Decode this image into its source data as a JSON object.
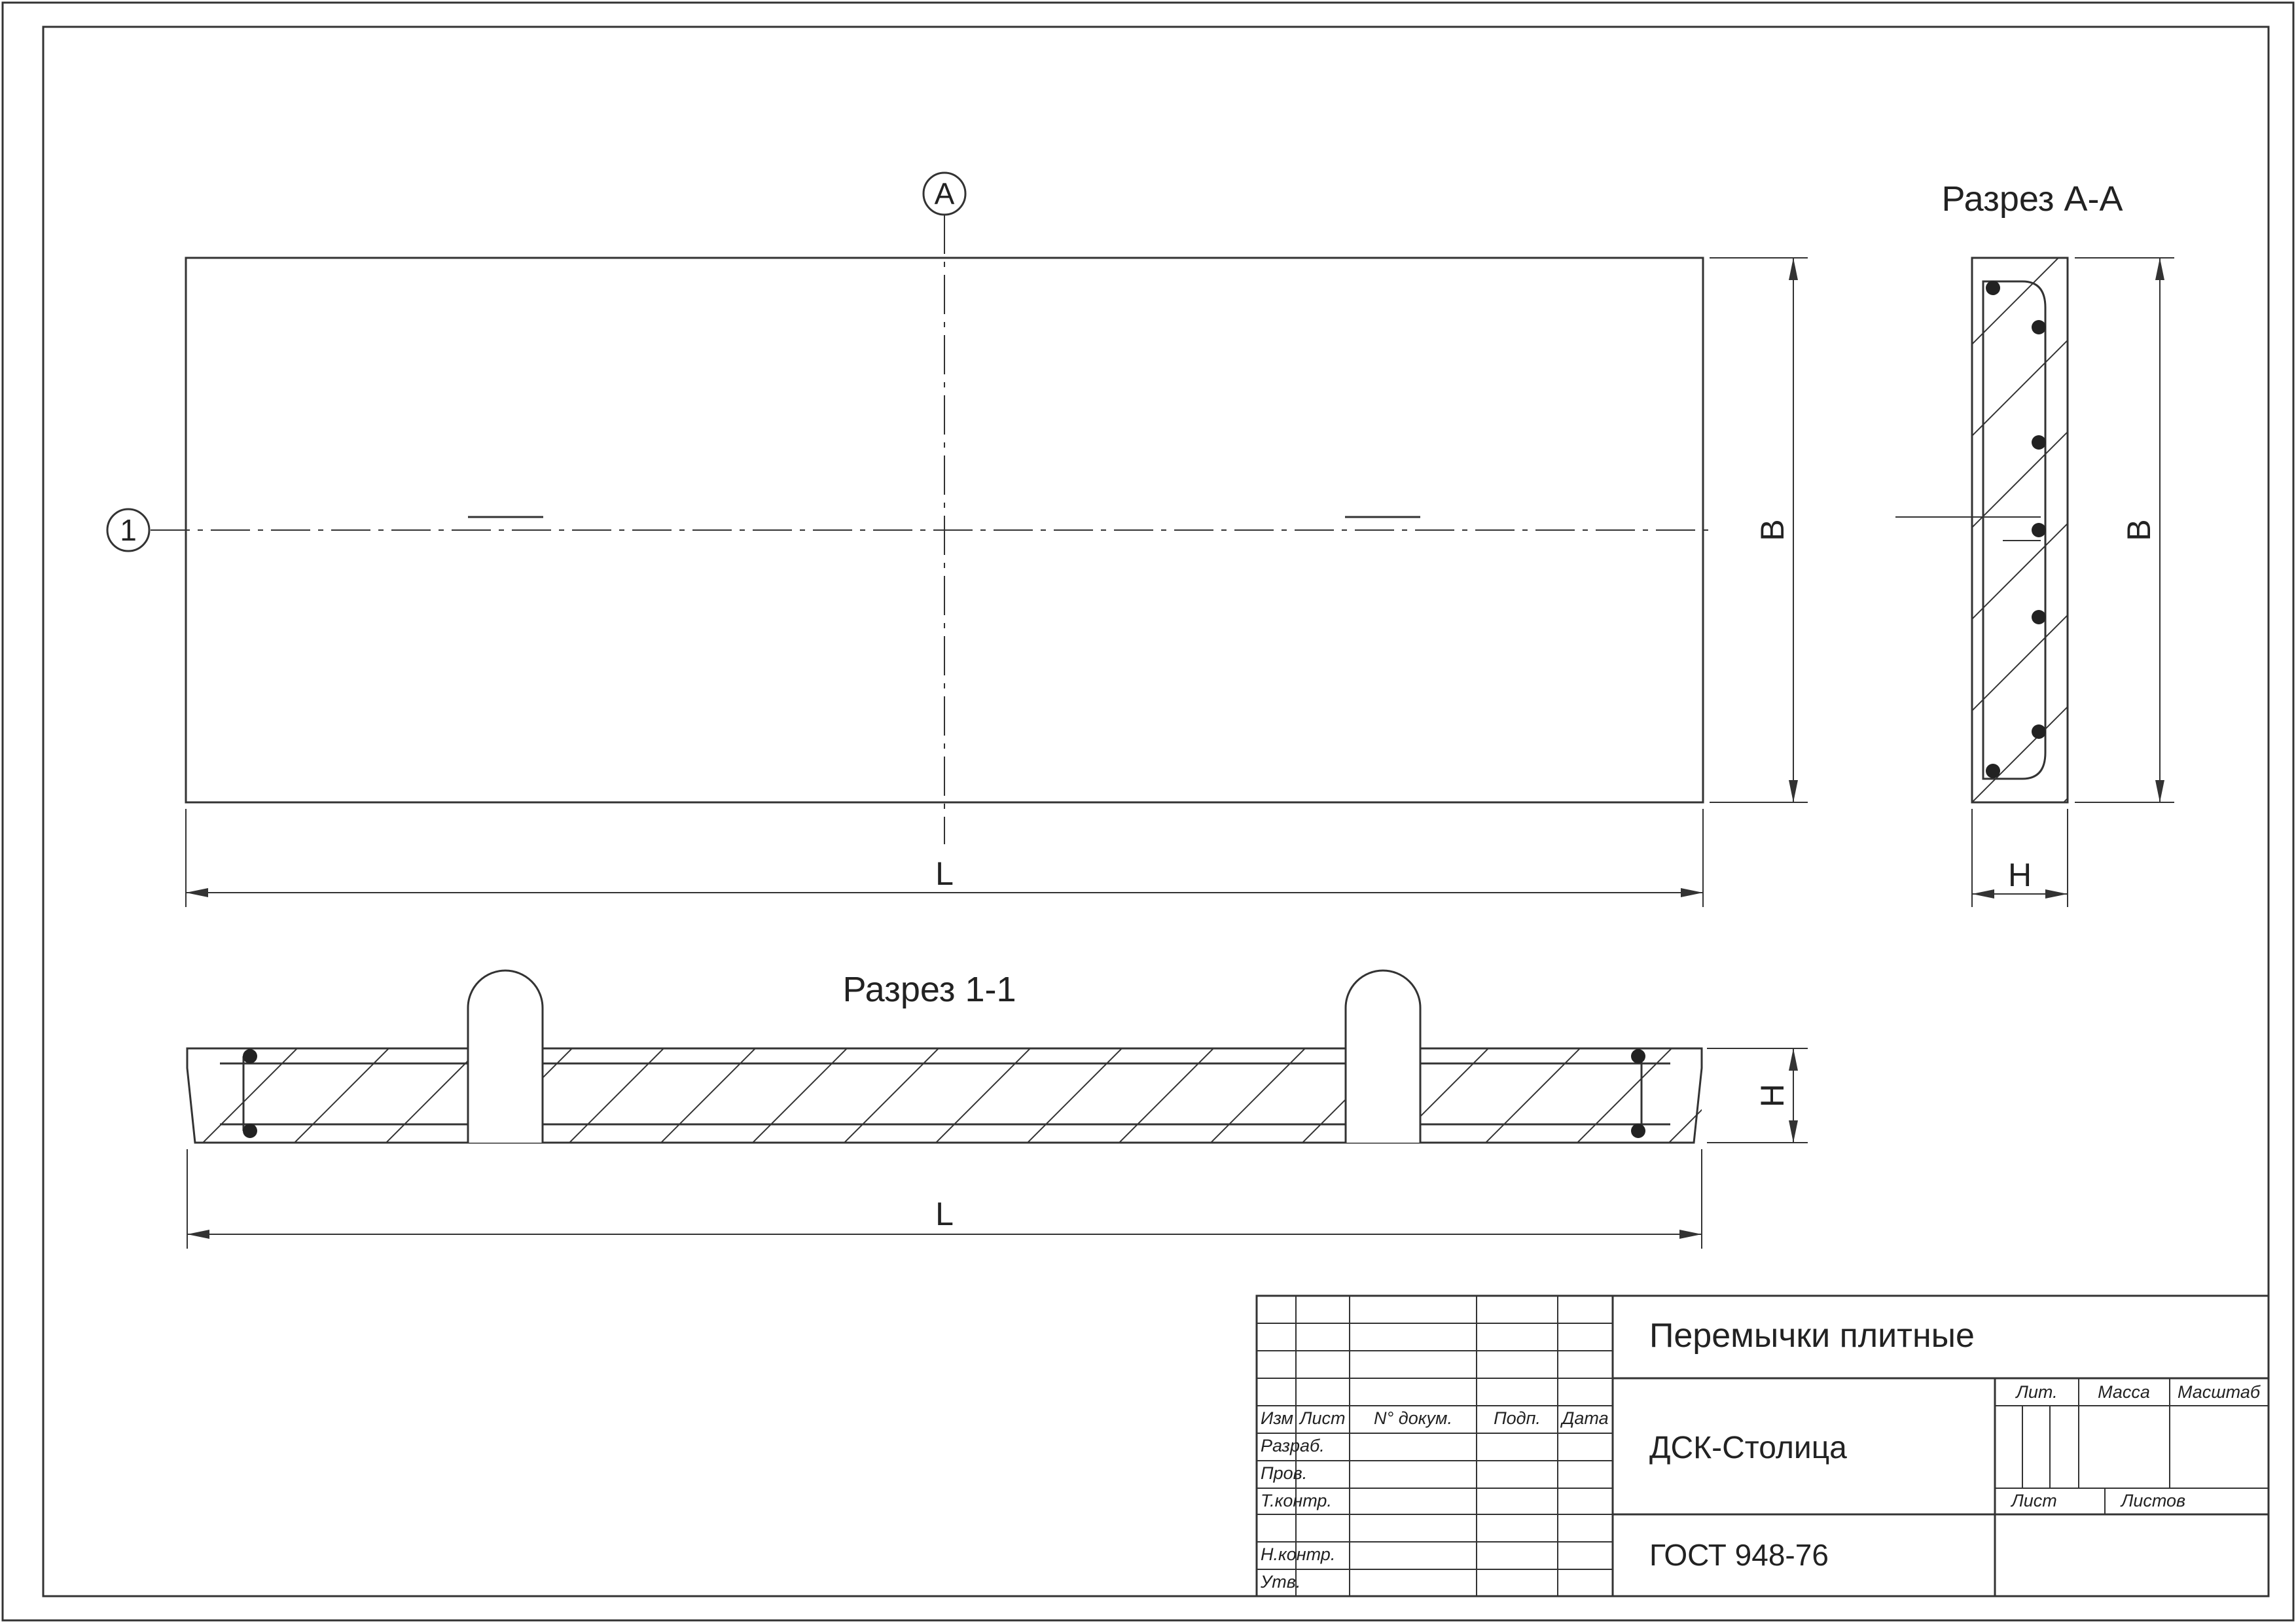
{
  "drawing": {
    "plan": {
      "axis_marker_label": "A",
      "axis_one_label": "1",
      "width_dimension_label": "B",
      "length_dimension_label": "L"
    },
    "section_aa": {
      "title": "Разрез А-А",
      "width_dimension_label": "B",
      "height_dimension_label": "H"
    },
    "section_11": {
      "title": "Разрез 1-1",
      "height_dimension_label": "H",
      "length_dimension_label": "L"
    }
  },
  "title_block": {
    "product_name": "Перемычки плитные",
    "organization": "ДСК-Столица",
    "standard": "ГОСТ 948-76",
    "column_headers": {
      "izm": "Изм",
      "list": "Лист",
      "doc_no": "N° докум.",
      "signature": "Подп.",
      "date": "Дата"
    },
    "roles": {
      "developed": "Разраб.",
      "checked": "Пров.",
      "t_control": "Т.контр.",
      "n_control": "Н.контр.",
      "approved": "Утв."
    },
    "letter_label": "Лит.",
    "mass_label": "Масса",
    "scale_label": "Масштаб",
    "sheet_label": "Лист",
    "sheets_label": "Листов"
  }
}
